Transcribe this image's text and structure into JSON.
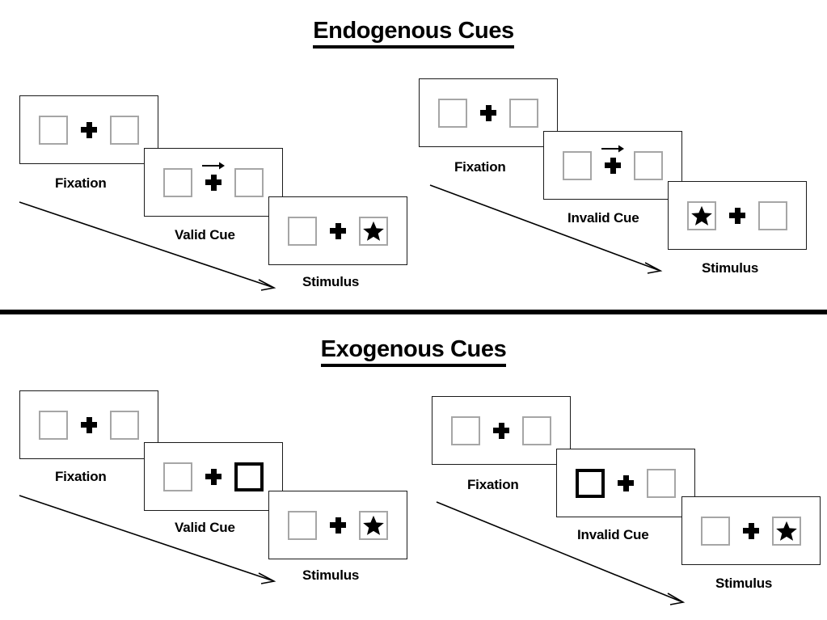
{
  "sections": [
    {
      "id": "endogenous",
      "title": "Endogenous Cues",
      "groups": [
        {
          "id": "endogenous-valid",
          "condition": "valid",
          "panels": [
            {
              "stage": "fixation",
              "caption": "Fixation",
              "left_box": "empty",
              "right_box": "empty",
              "center": "plus",
              "cue_side": "none"
            },
            {
              "stage": "cue",
              "caption": "Valid Cue",
              "left_box": "empty",
              "right_box": "empty",
              "center": "plus-arrow",
              "cue_side": "right",
              "arrow_direction": "right"
            },
            {
              "stage": "stimulus",
              "caption": "Stimulus",
              "left_box": "empty",
              "right_box": "star",
              "center": "plus",
              "cue_side": "none"
            }
          ],
          "flow_arrow_label": "time-flow"
        },
        {
          "id": "endogenous-invalid",
          "condition": "invalid",
          "panels": [
            {
              "stage": "fixation",
              "caption": "Fixation",
              "left_box": "empty",
              "right_box": "empty",
              "center": "plus",
              "cue_side": "none"
            },
            {
              "stage": "cue",
              "caption": "Invalid Cue",
              "left_box": "empty",
              "right_box": "empty",
              "center": "plus-arrow",
              "cue_side": "right",
              "arrow_direction": "right"
            },
            {
              "stage": "stimulus",
              "caption": "Stimulus",
              "left_box": "star",
              "right_box": "empty",
              "center": "plus",
              "cue_side": "none"
            }
          ],
          "flow_arrow_label": "time-flow"
        }
      ]
    },
    {
      "id": "exogenous",
      "title": "Exogenous Cues",
      "groups": [
        {
          "id": "exogenous-valid",
          "condition": "valid",
          "panels": [
            {
              "stage": "fixation",
              "caption": "Fixation",
              "left_box": "empty",
              "right_box": "empty",
              "center": "plus",
              "cue_side": "none"
            },
            {
              "stage": "cue",
              "caption": "Valid Cue",
              "left_box": "empty",
              "right_box": "cued",
              "center": "plus",
              "cue_side": "right"
            },
            {
              "stage": "stimulus",
              "caption": "Stimulus",
              "left_box": "empty",
              "right_box": "star",
              "center": "plus",
              "cue_side": "none"
            }
          ],
          "flow_arrow_label": "time-flow"
        },
        {
          "id": "exogenous-invalid",
          "condition": "invalid",
          "panels": [
            {
              "stage": "fixation",
              "caption": "Fixation",
              "left_box": "empty",
              "right_box": "empty",
              "center": "plus",
              "cue_side": "none"
            },
            {
              "stage": "cue",
              "caption": "Invalid Cue",
              "left_box": "cued",
              "right_box": "empty",
              "center": "plus",
              "cue_side": "left"
            },
            {
              "stage": "stimulus",
              "caption": "Stimulus",
              "left_box": "empty",
              "right_box": "star",
              "center": "plus",
              "cue_side": "none"
            }
          ],
          "flow_arrow_label": "time-flow"
        }
      ]
    }
  ],
  "colors": {
    "background": "#ffffff",
    "ink": "#000000",
    "frame_border": "#1a1a1a",
    "placeholder_box_border": "#a6a6a6",
    "cued_box_border": "#000000",
    "star_fill": "#000000",
    "divider": "#000000"
  }
}
